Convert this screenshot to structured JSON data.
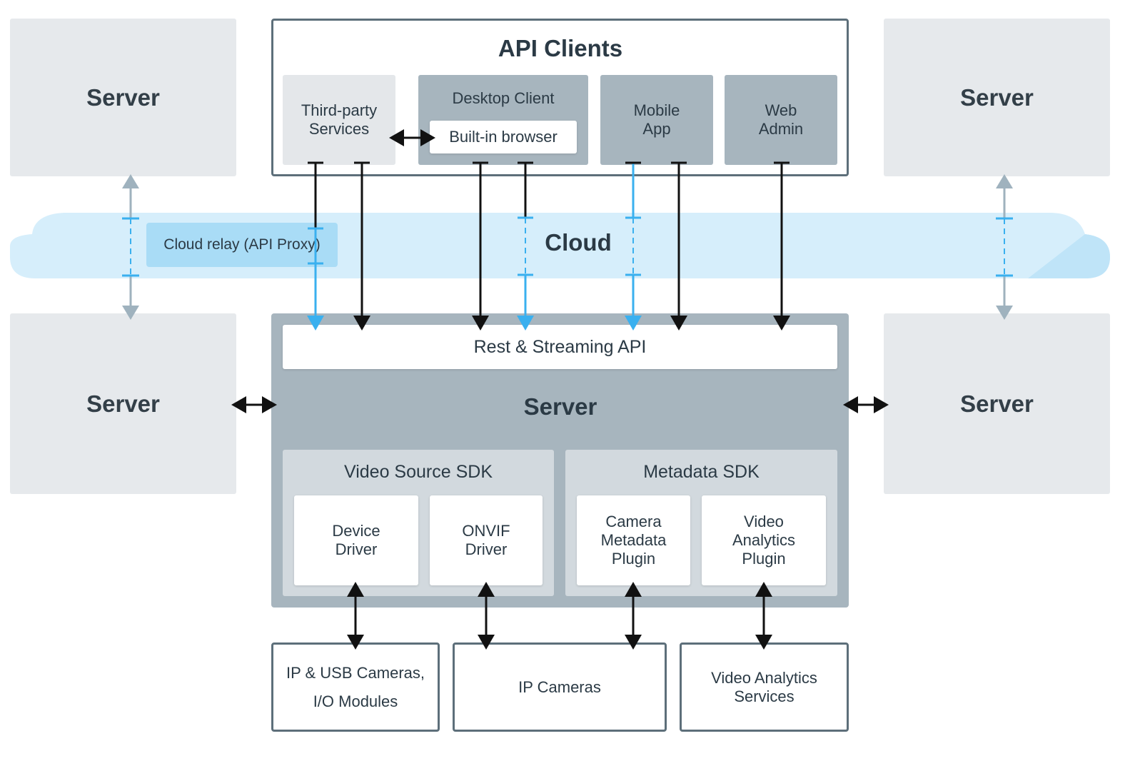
{
  "api_clients": {
    "title": "API Clients",
    "third_party": "Third-party\nServices",
    "desktop_client": "Desktop Client",
    "built_in_browser": "Built-in browser",
    "mobile_app": "Mobile\nApp",
    "web_admin": "Web\nAdmin"
  },
  "side_servers": {
    "top_left": "Server",
    "top_right": "Server",
    "bottom_left": "Server",
    "bottom_right": "Server"
  },
  "cloud": {
    "label": "Cloud",
    "relay": "Cloud relay (API Proxy)"
  },
  "main_server": {
    "api_bar": "Rest & Streaming API",
    "title": "Server",
    "video_source_sdk": {
      "title": "Video Source SDK",
      "device_driver": "Device\nDriver",
      "onvif_driver": "ONVIF\nDriver"
    },
    "metadata_sdk": {
      "title": "Metadata SDK",
      "camera_metadata_plugin": "Camera\nMetadata\nPlugin",
      "video_analytics_plugin": "Video\nAnalytics\nPlugin"
    }
  },
  "devices": {
    "ip_usb_cameras": "IP & USB Cameras,\nI/O Modules",
    "ip_cameras": "IP Cameras",
    "video_analytics_services": "Video Analytics\nServices"
  },
  "colors": {
    "cloud": "#d6eefb",
    "cloud_link": "#3ab0ef",
    "side_link": "#9fb2be",
    "arrow": "#111111"
  }
}
